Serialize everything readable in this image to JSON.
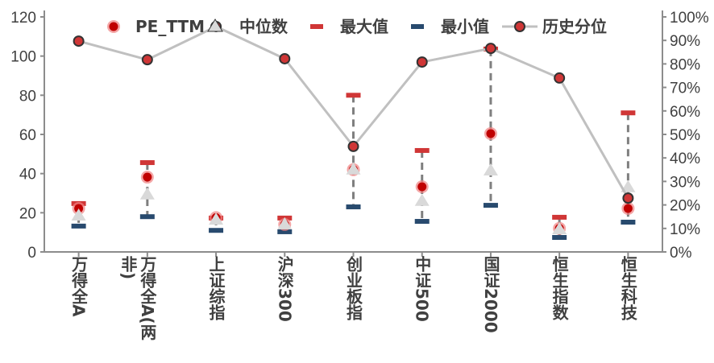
{
  "chart_data": {
    "type": "scatter",
    "title": "",
    "categories": [
      "万得全A",
      "万得全A(两非)",
      "上证综指",
      "沪深300",
      "创业板指",
      "中证500",
      "国证2000",
      "恒生指数",
      "恒生科技"
    ],
    "series": [
      {
        "name": "PE_TTM",
        "axis": "left",
        "values": [
          22.2,
          38.2,
          17.5,
          14.0,
          42.0,
          33.3,
          60.4,
          12.0,
          22.2
        ]
      },
      {
        "name": "中位数",
        "axis": "left",
        "values": [
          18.5,
          29.3,
          16.4,
          14.0,
          42.0,
          26.0,
          41.5,
          11.5,
          33.0
        ]
      },
      {
        "name": "最大值",
        "axis": "left",
        "values": [
          24.7,
          45.6,
          17.3,
          17.3,
          80.0,
          51.8,
          103.6,
          17.7,
          71.0
        ]
      },
      {
        "name": "最小值",
        "axis": "left",
        "values": [
          13.2,
          18.0,
          11.0,
          10.3,
          23.0,
          15.6,
          23.8,
          7.4,
          15.2
        ]
      },
      {
        "name": "历史分位",
        "axis": "right",
        "type": "line",
        "values": [
          89.7,
          81.8,
          95.9,
          82.2,
          44.9,
          80.8,
          86.6,
          74.0,
          22.9
        ]
      }
    ],
    "ylim": [
      0,
      120
    ],
    "yticks": [
      "0",
      "20",
      "40",
      "60",
      "80",
      "100",
      "120"
    ],
    "y2lim": [
      0,
      100
    ],
    "y2ticks": [
      "0%",
      "10%",
      "20%",
      "30%",
      "40%",
      "50%",
      "60%",
      "70%",
      "80%",
      "90%",
      "100%"
    ],
    "legend_position": "top",
    "grid": false,
    "colors": {
      "pe": "#c00000",
      "median": "#d9d9d9",
      "max": "#d03636",
      "min": "#284a6e",
      "percentile": "#d03636",
      "line": "#c0c0c0",
      "axis": "#8c8c8c",
      "whisker": "#7f7f7f"
    }
  }
}
